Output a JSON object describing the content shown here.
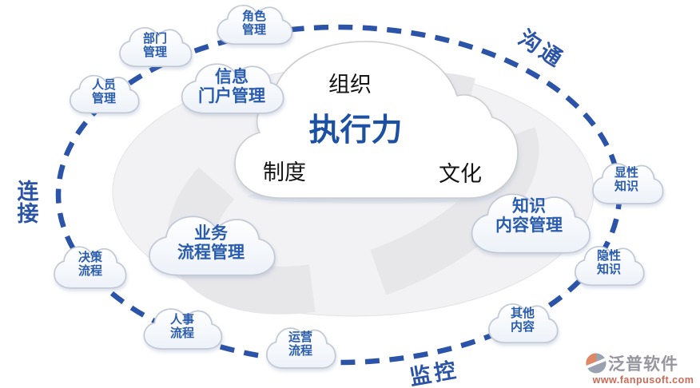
{
  "center_cloud": {
    "top": "组织",
    "title": "执行力",
    "bottom_left": "制度",
    "bottom_right": "文化"
  },
  "ring_labels": {
    "top_right": "沟通",
    "left": "连接",
    "bottom": "监控"
  },
  "clouds": {
    "role": {
      "line1": "角色",
      "line2": "管理"
    },
    "department": {
      "line1": "部门",
      "line2": "管理"
    },
    "personnel": {
      "line1": "人员",
      "line2": "管理"
    },
    "info_portal": {
      "line1": "信息",
      "line2": "门户管理"
    },
    "business_process": {
      "line1": "业务",
      "line2": "流程管理"
    },
    "decision_flow": {
      "line1": "决策",
      "line2": "流程"
    },
    "hr_flow": {
      "line1": "人事",
      "line2": "流程"
    },
    "operation_flow": {
      "line1": "运营",
      "line2": "流程"
    },
    "knowledge_content": {
      "line1": "知识",
      "line2": "内容管理"
    },
    "explicit_knowledge": {
      "line1": "显性",
      "line2": "知识"
    },
    "tacit_knowledge": {
      "line1": "隐性",
      "line2": "知识"
    },
    "other_content": {
      "line1": "其他",
      "line2": "内容"
    }
  },
  "logo": {
    "name": "泛普软件",
    "url": "www.fanpusoft.com"
  },
  "colors": {
    "accent_blue": "#2b53a7",
    "cloud_label_blue": "#2a5cad",
    "exec_title_blue": "#1c50a2",
    "center_text_dark": "#141414",
    "disc_fill": "#f2f2f4",
    "wedge_fill": "#e7e7ea",
    "cloud_stroke": "#c2c9d6",
    "logo_gray": "#96969e",
    "logo_orange": "#df8765",
    "logo_url_red": "#cb6a55"
  }
}
